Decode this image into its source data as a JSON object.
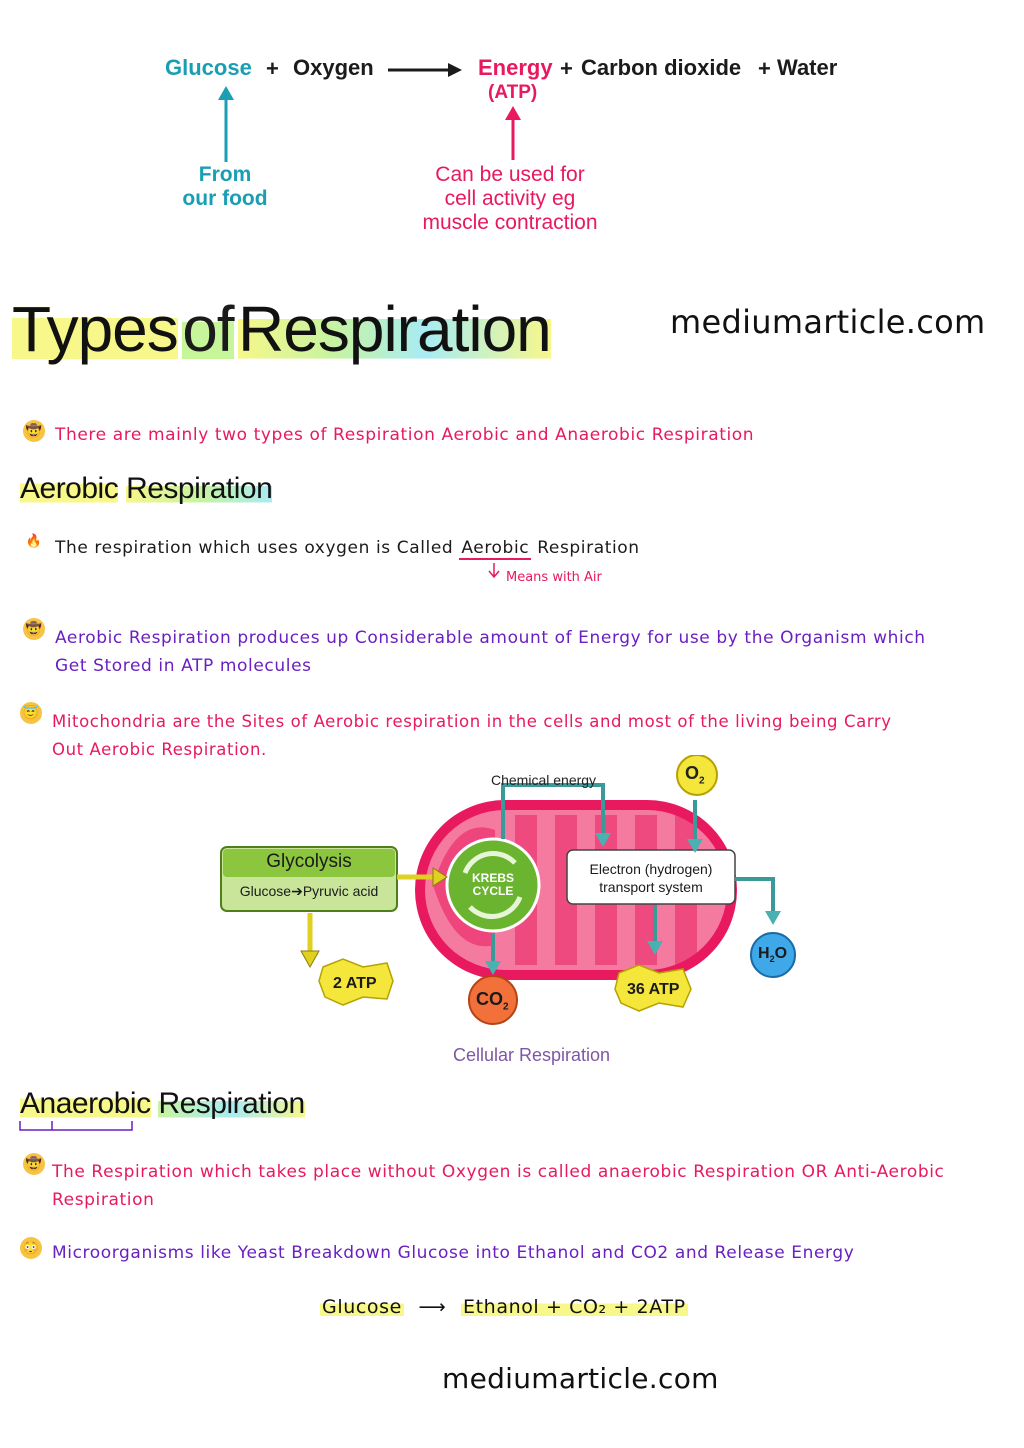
{
  "equation": {
    "glucose": "Glucose",
    "plus1": "+",
    "oxygen": "Oxygen",
    "energy": "Energy",
    "plus2": "+",
    "co2": "Carbon dioxide",
    "plus3": "+",
    "water": "Water",
    "atp": "(ATP)",
    "from_line1": "From",
    "from_line2": "our food",
    "use_line1": "Can be used for",
    "use_line2": "cell activity eg",
    "use_line3": "muscle contraction"
  },
  "title": {
    "w1": "Types",
    "w2": "of",
    "w3": "Respiration"
  },
  "watermark_top": "mediumarticle.com",
  "intro": "There are mainly two types of Respiration Aerobic and Anaerobic Respiration",
  "aerobic": {
    "heading_a": "Aerobic",
    "heading_b": "Respiration",
    "p1_pre": "The respiration which uses oxygen is Called",
    "p1_word": "Aerobic",
    "p1_post": "Respiration",
    "p1_note": "Means with Air",
    "p2_line1": "Aerobic Respiration produces up Considerable amount of Energy for use by the Organism which",
    "p2_line2": "Get Stored in ATP molecules",
    "p3_line1": "Mitochondria are the Sites of Aerobic respiration in the cells and most of the living being Carry",
    "p3_line2": "Out Aerobic Respiration."
  },
  "diagram": {
    "chemical_energy": "Chemical energy",
    "o2": "O",
    "o2_sub": "2",
    "glycolysis": "Glycolysis",
    "glucose_pyruvic": "Glucose",
    "pyruvic": "Pyruvic acid",
    "krebs1": "KREBS",
    "krebs2": "CYCLE",
    "etc1": "Electron (hydrogen)",
    "etc2": "transport system",
    "h2o_h": "H",
    "h2o_sub": "2",
    "h2o_o": "O",
    "atp2": "2 ATP",
    "co2": "CO",
    "co2_sub": "2",
    "atp36": "36 ATP",
    "caption": "Cellular Respiration"
  },
  "anaerobic": {
    "heading_a": "Anaerobic",
    "heading_b": "Respiration",
    "p1_line1": "The Respiration which takes place without Oxygen is called anaerobic Respiration OR Anti-Aerobic",
    "p1_line2": "Respiration",
    "p2": "Microorganisms like Yeast Breakdown Glucose into Ethanol and CO2 and Release Energy",
    "eq_glucose": "Glucose",
    "eq_rest": "Ethanol + CO₂ + 2ATP"
  },
  "watermark_bottom": "mediumarticle.com",
  "colors": {
    "teal": "#1a9eb4",
    "magenta": "#e8195e",
    "purple": "#6a1fc1",
    "highlight": "#f7f78a",
    "mito_outer": "#e8195e",
    "glycolysis_green": "#8cc63f"
  },
  "icons": [
    "cowboy-emoji-icon",
    "fire-emoji-icon",
    "angel-emoji-icon",
    "flushed-emoji-icon"
  ]
}
